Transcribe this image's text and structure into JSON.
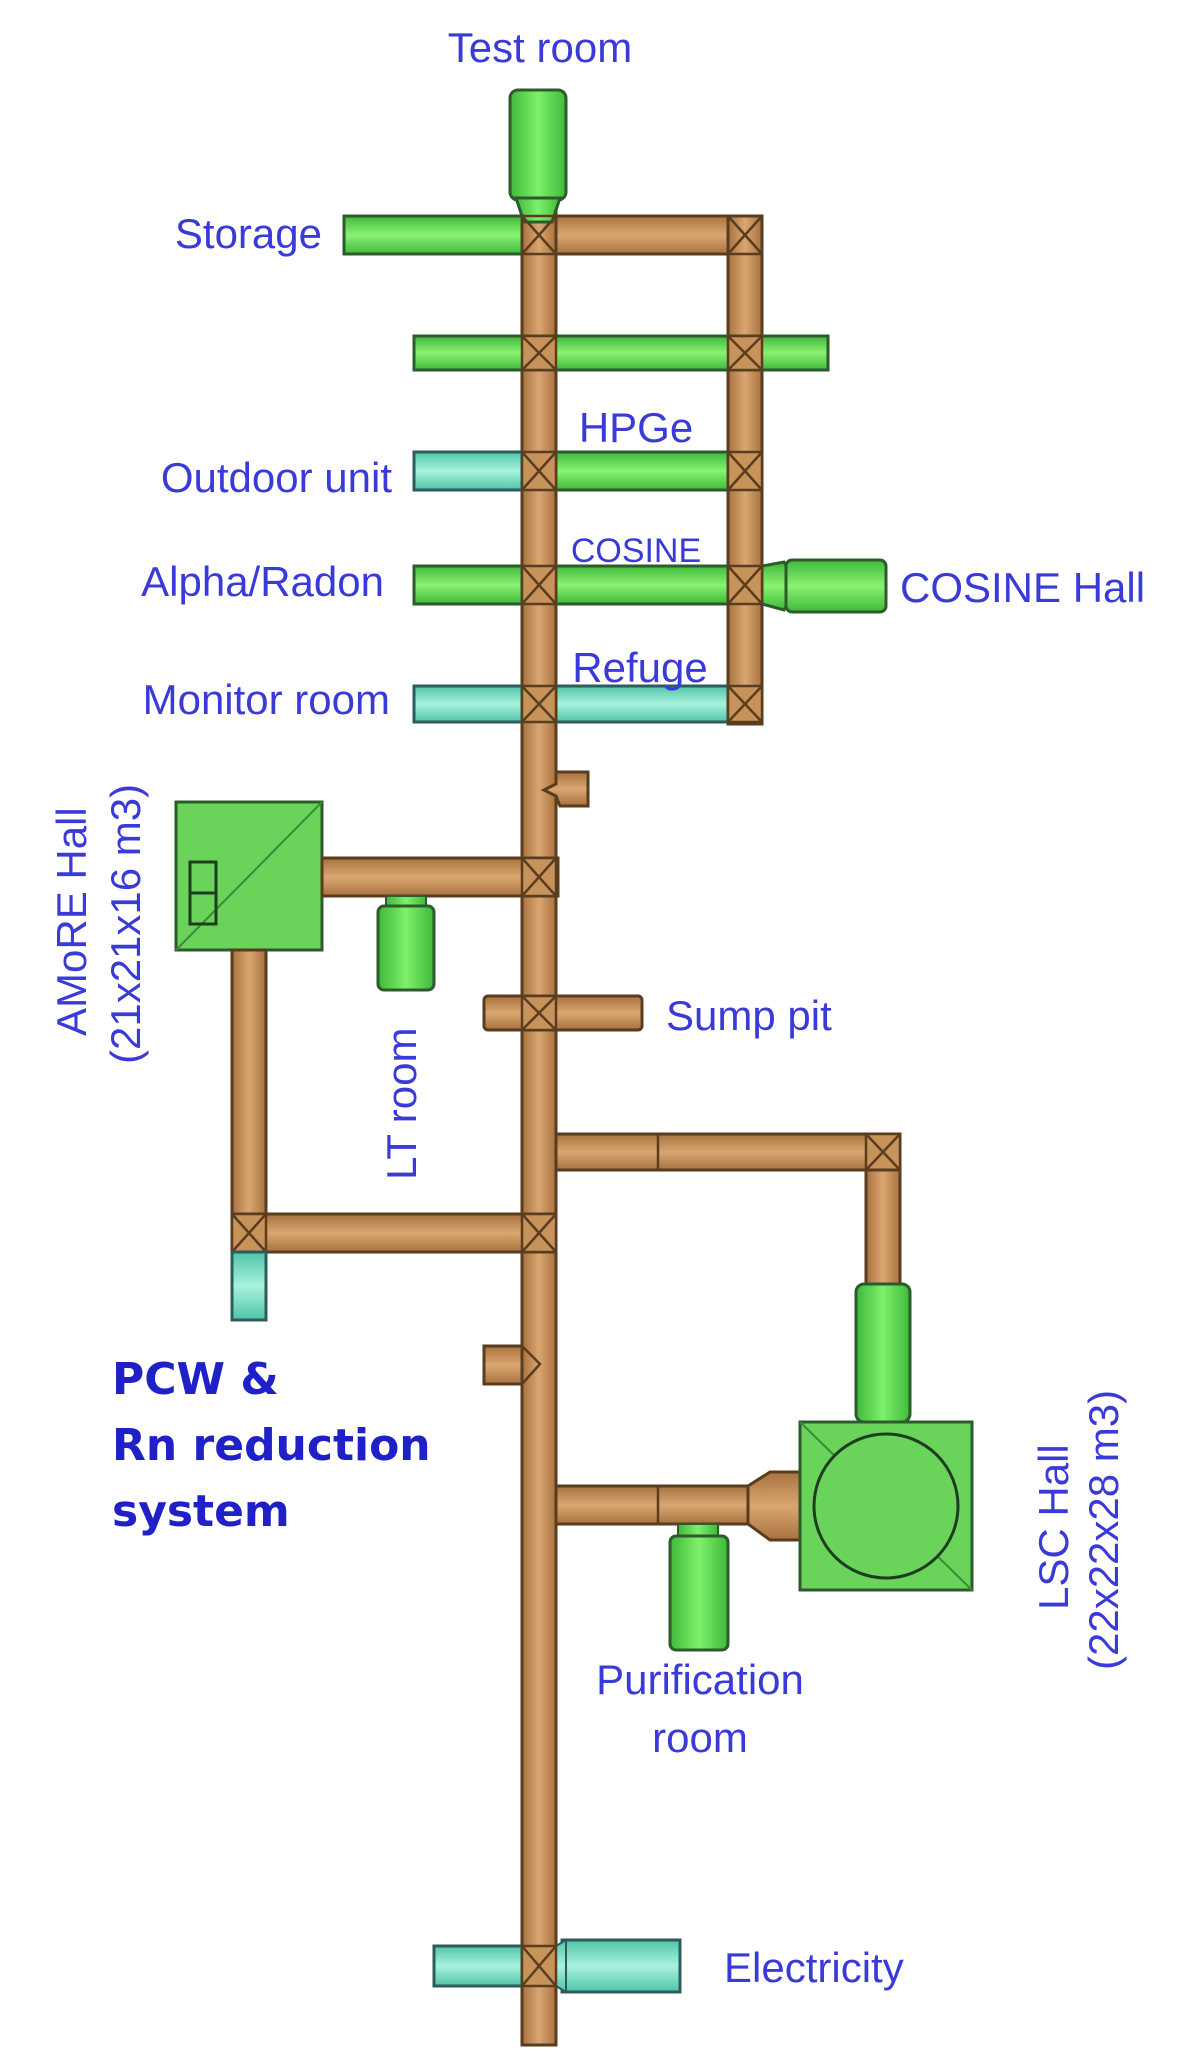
{
  "labels": {
    "test_room": "Test room",
    "storage": "Storage",
    "hpge": "HPGe",
    "outdoor_unit": "Outdoor unit",
    "cosine": "COSINE",
    "alpha_radon": "Alpha/Radon",
    "cosine_hall": "COSINE Hall",
    "refuge": "Refuge",
    "monitor_room": "Monitor room",
    "amore_hall": "AMoRE Hall",
    "amore_size": "(21x21x16 m3)",
    "lt_room": "LT room",
    "sump_pit": "Sump pit",
    "pcw_line1": "PCW &",
    "pcw_line2": "Rn reduction",
    "pcw_line3": "system",
    "lsc_hall": "LSC Hall",
    "lsc_size": "(22x22x28 m3)",
    "purification_line1": "Purification",
    "purification_line2": "room",
    "electricity": "Electricity"
  },
  "colors": {
    "tunnel": "#c8935a",
    "room_green": "#5fd44f",
    "room_cyan": "#7fe0c8",
    "label_blue": "#3a3ad8",
    "label_bold_blue": "#2020c8"
  }
}
